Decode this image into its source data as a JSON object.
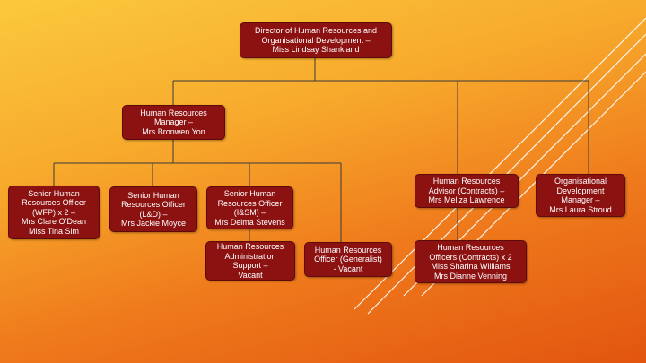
{
  "nodes": {
    "director": "Director of Human Resources and\nOrganisational Development –\nMiss Lindsay Shankland",
    "hr_manager": "Human Resources\nManager –\nMrs Bronwen Yon",
    "senior_wfp": "Senior Human\nResources Officer\n(WFP) x 2 –\nMrs Clare O’Dean\nMiss Tina Sim",
    "senior_ld": "Senior Human\nResources Officer\n(L&D) –\nMrs Jackie Moyce",
    "senior_ism": "Senior Human\nResources Officer\n(I&SM) –\nMrs Delma Stevens",
    "admin_support": "Human Resources\nAdministration\nSupport –\nVacant",
    "officer_generalist": "Human Resources\nOfficer (Generalist)\n- Vacant",
    "advisor_contracts": "Human Resources\nAdvisor (Contracts) –\nMrs Meliza Lawrence",
    "officers_contracts": "Human Resources\nOfficers (Contracts) x 2\nMiss Sharina Williams\nMrs Dianne Venning",
    "od_manager": "Organisational\nDevelopment\nManager –\nMrs Laura Stroud"
  },
  "colors": {
    "node_fill": "#8c1212",
    "node_text": "#ffffff",
    "connector": "#3a3a3a",
    "decor_lines": "#ffffff"
  }
}
